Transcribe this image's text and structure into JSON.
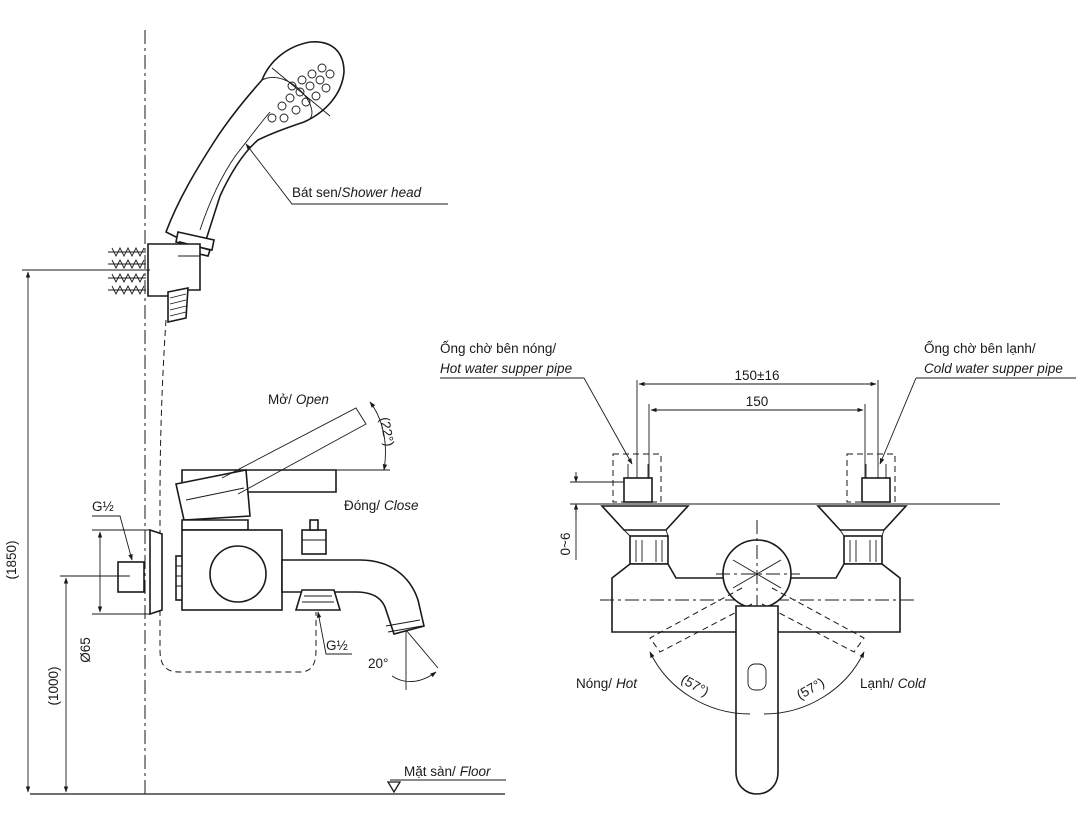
{
  "side_view": {
    "shower_head_label": "Bát sen/",
    "shower_head_label_en": "Shower head",
    "open_label": "Mở/",
    "open_label_en": "Open",
    "open_angle": "(22°)",
    "close_label": "Đóng/",
    "close_label_en": "Close",
    "inlet_thread": "G½",
    "outlet_thread": "G½",
    "spout_angle": "20°",
    "diameter": "Ø65",
    "height_total": "(1850)",
    "height_valve": "(1000)",
    "floor_label": "Mặt sàn/",
    "floor_label_en": "Floor"
  },
  "front_view": {
    "hot_pipe_label": "Ống chờ bên nóng/",
    "hot_pipe_label_en": "Hot water supper pipe",
    "cold_pipe_label": "Ống chờ bên lạnh/",
    "cold_pipe_label_en": "Cold water supper pipe",
    "spacing_tolerance": "150±16",
    "spacing": "150",
    "offset": "0~6",
    "hot_label": "Nóng/",
    "hot_label_en": "Hot",
    "cold_label": "Lạnh/",
    "cold_label_en": "Cold",
    "hot_angle": "(57°)",
    "cold_angle": "(57°)"
  }
}
